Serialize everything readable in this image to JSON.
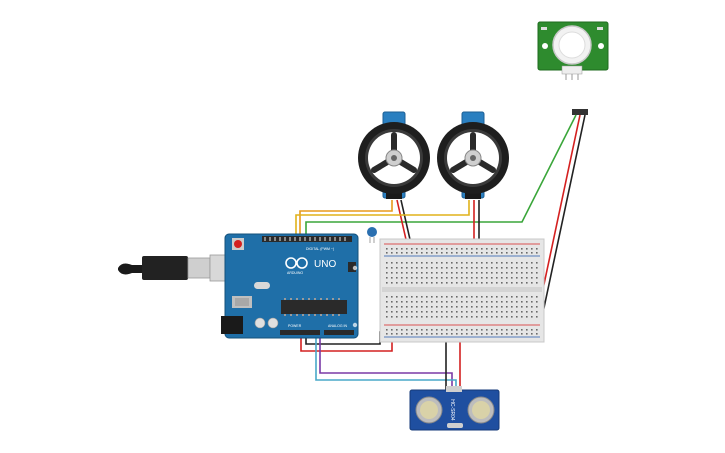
{
  "arduino": {
    "board_label": "UNO",
    "brand_label": "ARDUINO",
    "digital_label": "DIGITAL (PWM ~)",
    "analog_label": "ANALOG IN",
    "power_label": "POWER"
  },
  "ultrasonic": {
    "model_label": "HC-SR04"
  },
  "colors": {
    "board": "#1f6fa8",
    "breadboard": "#e6e6e6",
    "servo_blue": "#2a7fc0",
    "pir_green": "#2e8b2e",
    "wire_red": "#d42020",
    "wire_black": "#222222",
    "wire_orange": "#e89a1c",
    "wire_yellow": "#e0b21a",
    "wire_green": "#3aa63a",
    "wire_purple": "#7a3aa6",
    "wire_cyan": "#48a8c8"
  }
}
